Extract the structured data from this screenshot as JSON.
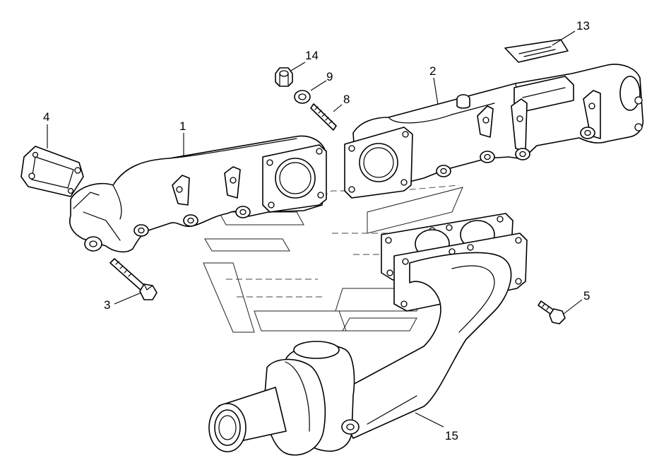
{
  "callouts": {
    "c1": "1",
    "c2": "2",
    "c3": "3",
    "c4": "4",
    "c5": "5",
    "c8": "8",
    "c9": "9",
    "c13": "13",
    "c14": "14",
    "c15": "15"
  }
}
